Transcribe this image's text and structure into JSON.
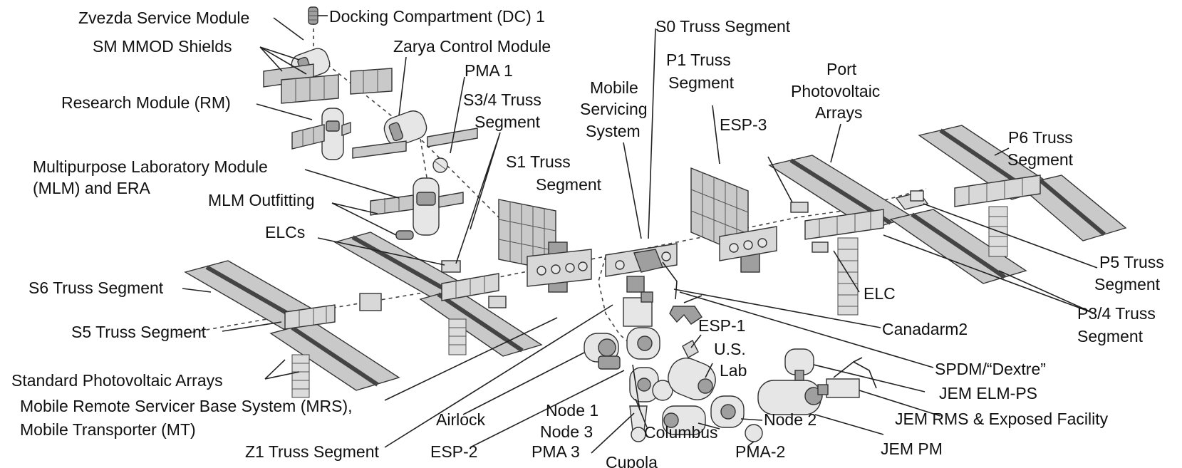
{
  "labels": {
    "zvezda": "Zvezda Service Module",
    "dc1": "Docking Compartment (DC) 1",
    "s0": "S0 Truss Segment",
    "sm_mmod": "SM MMOD Shields",
    "zarya": "Zarya Control Module",
    "pma1": "PMA 1",
    "rm": "Research Module (RM)",
    "s34_a": "S3/4 Truss",
    "s34_b": "Segment",
    "mss_a": "Mobile",
    "mss_b": "Servicing",
    "mss_c": "System",
    "p1_a": "P1 Truss",
    "p1_b": "Segment",
    "ppa_a": "Port",
    "ppa_b": "Photovoltaic",
    "ppa_c": "Arrays",
    "esp3": "ESP-3",
    "s1_a": "S1 Truss",
    "s1_b": "Segment",
    "p6_a": "P6 Truss",
    "p6_b": "Segment",
    "mlm_a": "Multipurpose Laboratory Module",
    "mlm_b": "(MLM) and ERA",
    "mlm_outfit": "MLM Outfitting",
    "elcs": "ELCs",
    "s6": "S6 Truss Segment",
    "p5_a": "P5 Truss",
    "p5_b": "Segment",
    "elc": "ELC",
    "p34_a": "P3/4 Truss",
    "p34_b": "Segment",
    "s5": "S5 Truss Segment",
    "esp1": "ESP-1",
    "canadarm2": "Canadarm2",
    "us_lab_a": "U.S.",
    "us_lab_b": "Lab",
    "spdm": "SPDM/“Dextre”",
    "spa": "Standard Photovoltaic Arrays",
    "mrs_a": "Mobile Remote Servicer Base System (MRS),",
    "mrs_b": "Mobile Transporter (MT)",
    "jem_elm": "JEM ELM-PS",
    "airlock": "Airlock",
    "node1": "Node 1",
    "jem_rms": "JEM RMS & Exposed Facility",
    "node3": "Node 3",
    "node2": "Node 2",
    "columbus": "Columbus",
    "z1": "Z1 Truss Segment",
    "esp2": "ESP-2",
    "pma3": "PMA 3",
    "pma2": "PMA-2",
    "jem_pm": "JEM PM",
    "cupola": "Cupola"
  },
  "colors": {
    "background": "#ffffff",
    "ink": "#111111",
    "panel": "#c9c9c9",
    "truss": "#d8d8d8",
    "module": "#e6e6e6"
  }
}
